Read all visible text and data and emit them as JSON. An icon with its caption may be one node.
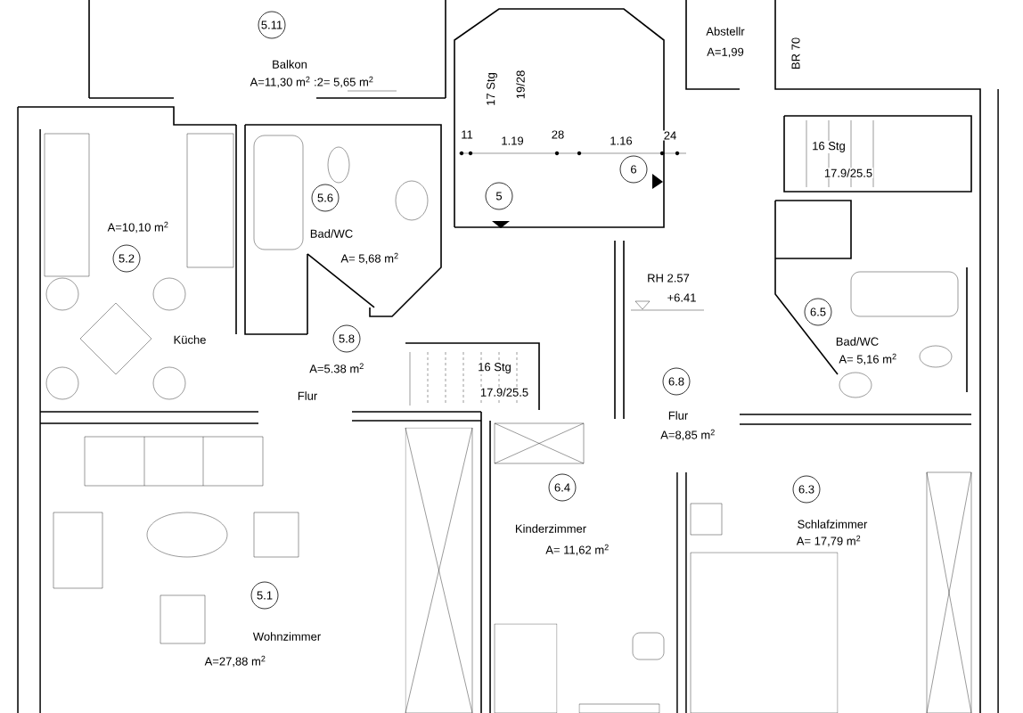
{
  "diagram": {
    "nodes": [
      {
        "text": [
          "5.11"
        ],
        "beside": [
          "Balkon",
          "A=11,30 m$^{2}$ :2= 5,65 m$^{2}$"
        ]
      },
      {
        "text": [
          "5.6"
        ],
        "beside": [
          "Bad/WC",
          "A= 5,68 m$^{2}$"
        ]
      },
      {
        "text": [
          "5.2"
        ],
        "beside": [
          "A=10,10 m$^{2}$"
        ]
      },
      {
        "text": [
          "5.8"
        ],
        "beside": [
          "A=5.38 m$^{2}$",
          "Flur"
        ]
      },
      {
        "text": [
          "6"
        ]
      },
      {
        "text": [
          "5"
        ]
      },
      {
        "text": [
          "6.5"
        ],
        "beside": [
          "Bad/WC",
          "A= 5,16 m$^{2}$"
        ]
      },
      {
        "text": [
          "6.8"
        ],
        "beside": [
          "Flur",
          "A=8,85 m$^{2}$"
        ]
      },
      {
        "text": [
          "6.4"
        ],
        "beside": [
          "Kinderzimmer",
          "A= 11,62 m$^{2}$"
        ]
      },
      {
        "text": [
          "6.3"
        ],
        "beside": [
          "Schlafzimmer",
          "A= 17,79 m$^{2}$"
        ]
      },
      {
        "text": [
          "5.1"
        ],
        "beside": [
          "Wohnzimmer",
          "A=27,88 m$^{2}$"
        ]
      }
    ],
    "labels": [
      "17 Stg",
      "19/28",
      "Abstellr",
      "A=1,99",
      "BR 70",
      "11",
      "1.19",
      "28",
      "1.16",
      "24",
      "16 Stg",
      "17.9/25.5",
      "RH 2.57",
      "+6.41",
      "16 Stg",
      "17.9/25.5",
      "Küche"
    ]
  }
}
